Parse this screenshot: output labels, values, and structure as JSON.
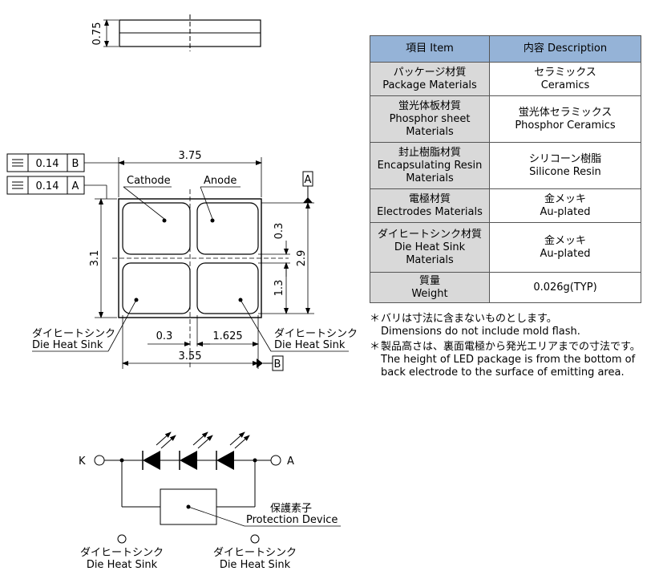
{
  "dims": {
    "thickness": "0.75",
    "width_total": "3.75",
    "height_total": "3.1",
    "pad_gap_v": "0.3",
    "pad_span": "2.9",
    "pad_height": "1.3",
    "pad_gap_h": "0.3",
    "pad_width": "1.625",
    "pad_span_h": "3.55"
  },
  "tolerances": [
    {
      "symbol": "=",
      "value": "0.14",
      "datum": "B"
    },
    {
      "symbol": "=",
      "value": "0.14",
      "datum": "A"
    }
  ],
  "datum_a": "A",
  "datum_b": "B",
  "labels": {
    "cathode": "Cathode",
    "anode": "Anode",
    "heat_sink_jp": "ダイヒートシンク",
    "heat_sink_en": "Die Heat Sink",
    "k": "K",
    "a": "A",
    "protection_jp": "保護素子",
    "protection_en": "Protection Device"
  },
  "table": {
    "header_item": "項目 Item",
    "header_desc": "内容 Description",
    "rows": [
      {
        "item": [
          "パッケージ材質",
          "Package Materials"
        ],
        "desc": [
          "セラミックス",
          "Ceramics"
        ]
      },
      {
        "item": [
          "蛍光体板材質",
          "Phosphor sheet",
          "Materials"
        ],
        "desc": [
          "蛍光体セラミックス",
          "Phosphor Ceramics"
        ]
      },
      {
        "item": [
          "封止樹脂材質",
          "Encapsulating Resin",
          "Materials"
        ],
        "desc": [
          "シリコーン樹脂",
          "Silicone Resin"
        ]
      },
      {
        "item": [
          "電極材質",
          "Electrodes Materials"
        ],
        "desc": [
          "金メッキ",
          "Au-plated"
        ]
      },
      {
        "item": [
          "ダイヒートシンク材質",
          "Die Heat Sink",
          "Materials"
        ],
        "desc": [
          "金メッキ",
          "Au-plated"
        ]
      },
      {
        "item": [
          "質量",
          "Weight"
        ],
        "desc": [
          "0.026g(TYP)"
        ]
      }
    ]
  },
  "notes": {
    "star": "＊",
    "n1_jp": "バリは寸法に含まないものとします。",
    "n1_en": "Dimensions do not include mold flash.",
    "n2_jp": "製品高さは、裏面電極から発光エリアまでの寸法です。",
    "n2_en": "The height of LED package is from the bottom of back electrode to the surface of emitting area."
  }
}
